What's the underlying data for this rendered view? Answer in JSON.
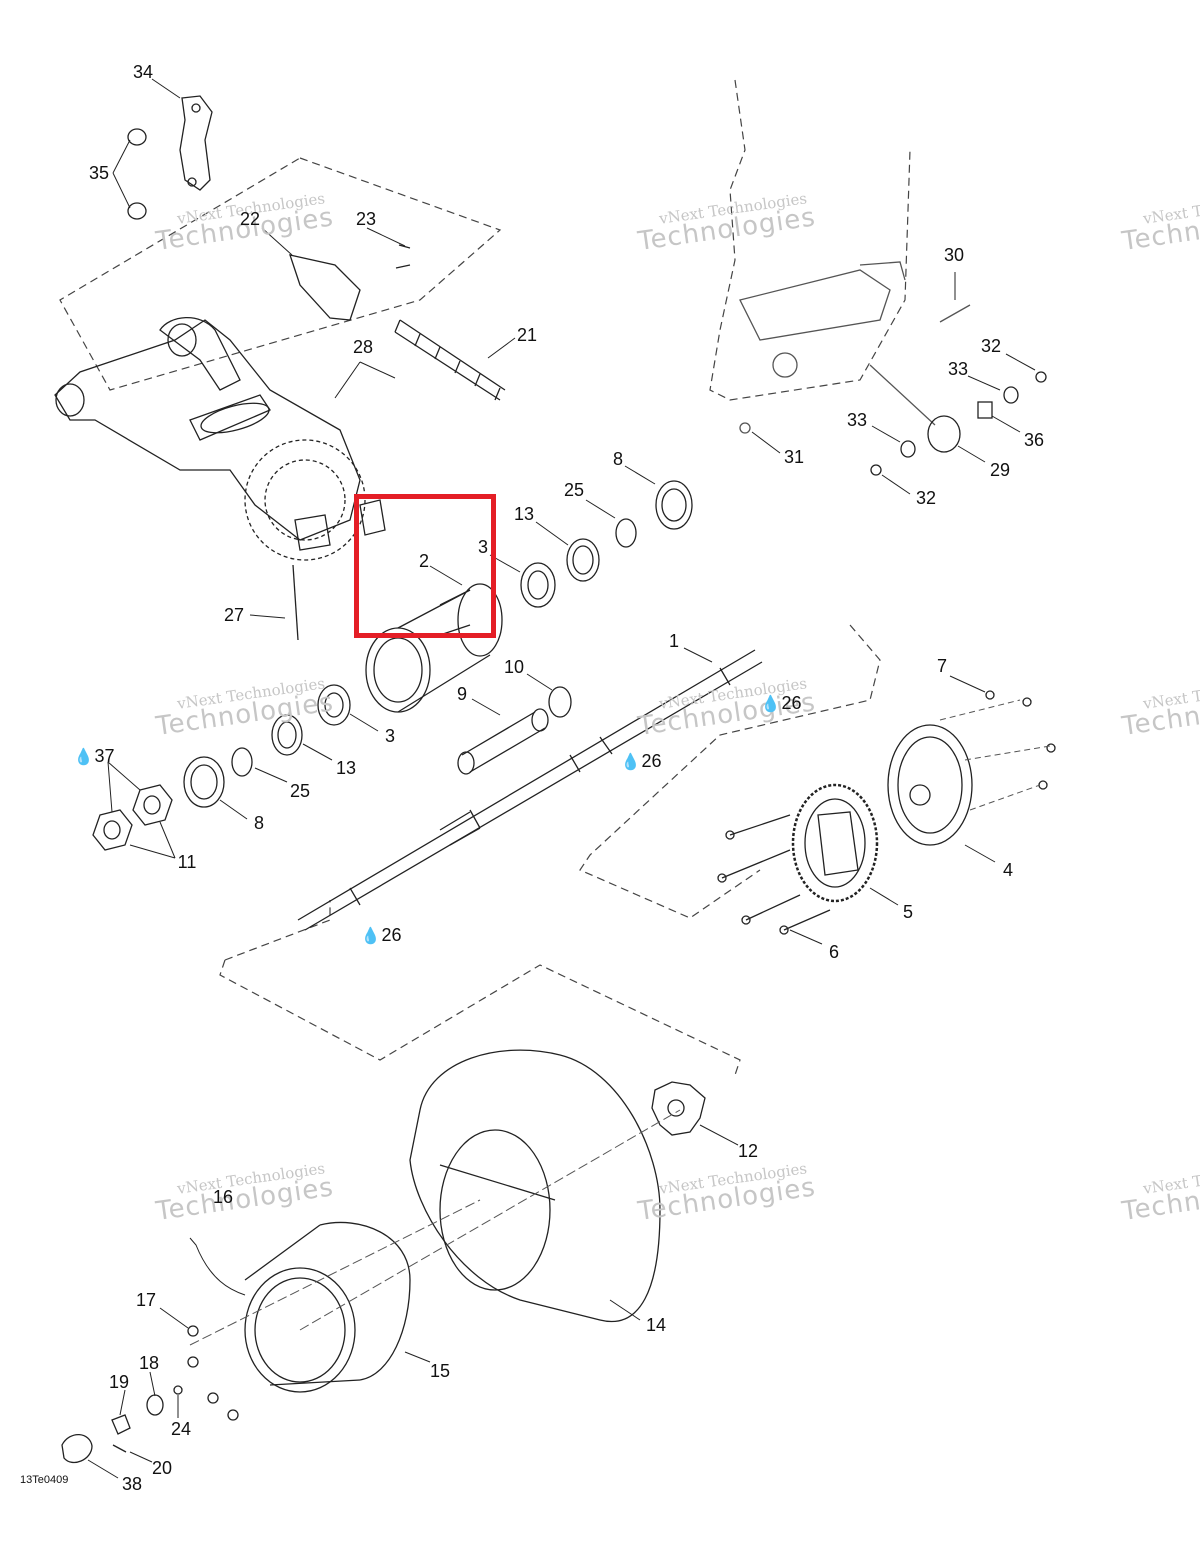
{
  "diagram": {
    "reference_code": "13Te0409",
    "watermark": {
      "line1": "vNext Technologies",
      "line2": "Technologies"
    },
    "highlight_color": "#e41e26",
    "lube_symbol": "💧",
    "callouts": [
      {
        "id": "34",
        "text": "34"
      },
      {
        "id": "35",
        "text": "35"
      },
      {
        "id": "22",
        "text": "22"
      },
      {
        "id": "23",
        "text": "23"
      },
      {
        "id": "21",
        "text": "21"
      },
      {
        "id": "28",
        "text": "28"
      },
      {
        "id": "27",
        "text": "27"
      },
      {
        "id": "2",
        "text": "2"
      },
      {
        "id": "3a",
        "text": "3"
      },
      {
        "id": "13a",
        "text": "13"
      },
      {
        "id": "25a",
        "text": "25"
      },
      {
        "id": "8a",
        "text": "8"
      },
      {
        "id": "30",
        "text": "30"
      },
      {
        "id": "32a",
        "text": "32"
      },
      {
        "id": "33a",
        "text": "33"
      },
      {
        "id": "36",
        "text": "36"
      },
      {
        "id": "33b",
        "text": "33"
      },
      {
        "id": "29",
        "text": "29"
      },
      {
        "id": "32b",
        "text": "32"
      },
      {
        "id": "31",
        "text": "31"
      },
      {
        "id": "1",
        "text": "1"
      },
      {
        "id": "26a",
        "text": "26"
      },
      {
        "id": "10",
        "text": "10"
      },
      {
        "id": "9",
        "text": "9"
      },
      {
        "id": "3b",
        "text": "3"
      },
      {
        "id": "13b",
        "text": "13"
      },
      {
        "id": "25b",
        "text": "25"
      },
      {
        "id": "8b",
        "text": "8"
      },
      {
        "id": "37",
        "text": "37"
      },
      {
        "id": "11",
        "text": "11"
      },
      {
        "id": "26b",
        "text": "26"
      },
      {
        "id": "26c",
        "text": "26"
      },
      {
        "id": "7",
        "text": "7"
      },
      {
        "id": "4",
        "text": "4"
      },
      {
        "id": "5",
        "text": "5"
      },
      {
        "id": "6",
        "text": "6"
      },
      {
        "id": "12",
        "text": "12"
      },
      {
        "id": "16",
        "text": "16"
      },
      {
        "id": "14",
        "text": "14"
      },
      {
        "id": "15",
        "text": "15"
      },
      {
        "id": "17",
        "text": "17"
      },
      {
        "id": "18",
        "text": "18"
      },
      {
        "id": "19",
        "text": "19"
      },
      {
        "id": "24",
        "text": "24"
      },
      {
        "id": "20",
        "text": "20"
      },
      {
        "id": "38",
        "text": "38"
      }
    ]
  }
}
